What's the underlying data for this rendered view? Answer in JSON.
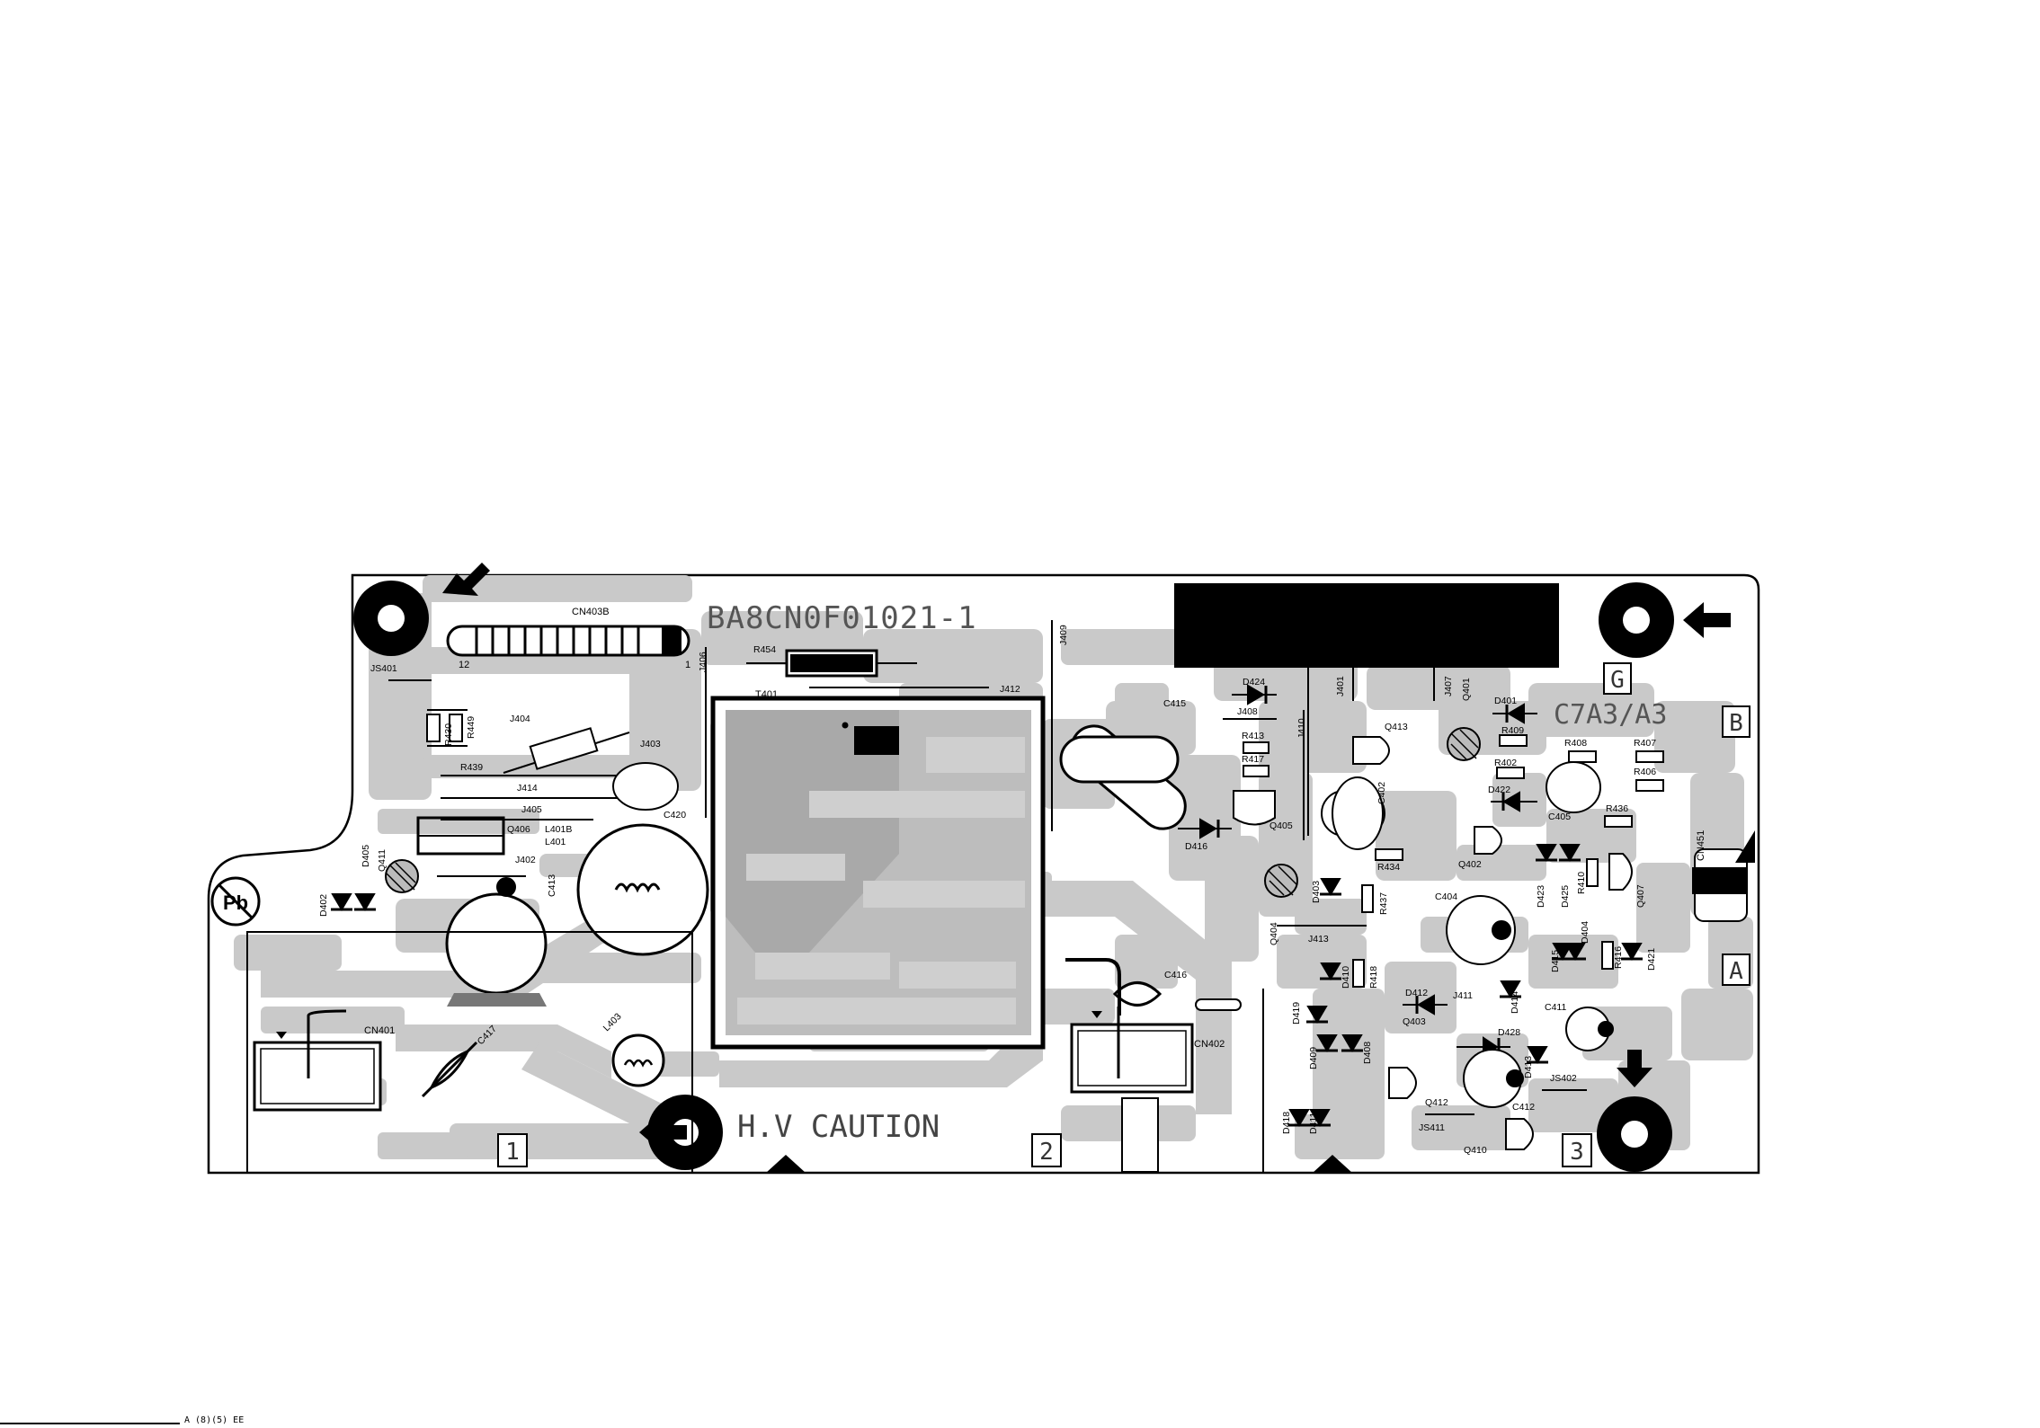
{
  "board": {
    "title": "BA8CN0F01021-1",
    "model_code": "C7A3/A3",
    "caution": "H.V CAUTION",
    "zones": {
      "g": "G",
      "b": "B",
      "a": "A",
      "one": "1",
      "two": "2",
      "three": "3"
    },
    "pb_mark": "Pb"
  },
  "connectors": {
    "cn403b": "CN403B",
    "cn403b_pin_a": "12",
    "cn403b_pin_b": "1",
    "cn401": "CN401",
    "cn402": "CN402",
    "cn451": "CN451"
  },
  "parts": {
    "js401": "JS401",
    "r430": "R430",
    "r449": "R449",
    "j404": "J404",
    "r439": "R439",
    "j403": "J403",
    "j414": "J414",
    "j405": "J405",
    "q406": "Q406",
    "l401b": "L401B",
    "l401": "L401",
    "j402": "J402",
    "c413": "C413",
    "d405": "D405",
    "q411": "Q411",
    "d402": "D402",
    "c417": "C417",
    "l403": "L403",
    "j406": "J406",
    "r454": "R454",
    "t401": "T401",
    "j412": "J412",
    "j409": "J409",
    "c420": "C420",
    "c415": "C415",
    "d416": "D416",
    "c416": "C416",
    "d424": "D424",
    "j408": "J408",
    "r413": "R413",
    "r417": "R417",
    "q405": "Q405",
    "j410": "J410",
    "j401": "J401",
    "q413": "Q413",
    "c402": "C402",
    "j407": "J407",
    "q401": "Q401",
    "d401": "D401",
    "r409": "R409",
    "r402": "R402",
    "d422": "D422",
    "r408": "R408",
    "r407": "R407",
    "r406": "R406",
    "c405": "C405",
    "r436": "R436",
    "q402": "Q402",
    "r434": "R434",
    "r437": "R437",
    "d403": "D403",
    "q404": "Q404",
    "j413": "J413",
    "c404": "C404",
    "d423": "D423",
    "d425": "D425",
    "r410": "R410",
    "q407": "Q407",
    "d404": "D404",
    "d415": "D415",
    "r416": "R416",
    "d421": "D421",
    "d410": "D410",
    "r418": "R418",
    "d412": "D412",
    "j411": "J411",
    "d414": "D414",
    "c411": "C411",
    "d419": "D419",
    "d409": "D409",
    "d408": "D408",
    "q403": "Q403",
    "d428": "D428",
    "d413": "D413",
    "js402": "JS402",
    "q412": "Q412",
    "c412": "C412",
    "d418": "D418",
    "d411": "D411",
    "js411": "JS411",
    "q410": "Q410"
  },
  "footer": "A (8)(5) EE"
}
